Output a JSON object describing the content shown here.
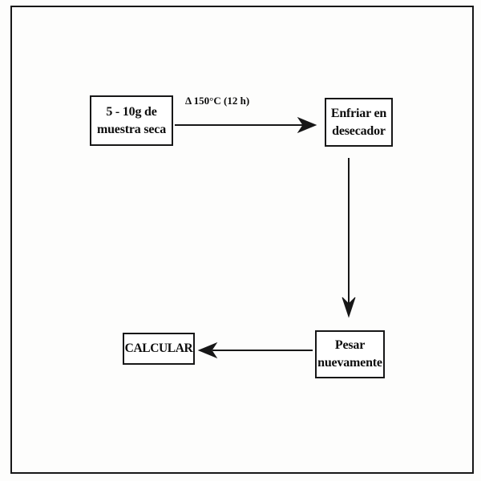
{
  "flowchart": {
    "title": "",
    "nodes": {
      "sample": {
        "line1": "5 - 10g de",
        "line2": "muestra seca"
      },
      "cool": {
        "line1": "Enfriar en",
        "line2": "desecador"
      },
      "weigh": {
        "line1": "Pesar",
        "line2": "nuevamente"
      },
      "calculate": {
        "line1": "CALCULAR"
      }
    },
    "edges": [
      {
        "from": "sample",
        "to": "cool",
        "label": "Δ 150°C (12 h)",
        "direction": "right"
      },
      {
        "from": "cool",
        "to": "weigh",
        "label": "",
        "direction": "down"
      },
      {
        "from": "weigh",
        "to": "calculate",
        "label": "",
        "direction": "left"
      }
    ],
    "edge_labels": {
      "heat": "Δ 150°C (12 h)"
    }
  },
  "colors": {
    "ink": "#171717",
    "paper": "#ffffff"
  }
}
